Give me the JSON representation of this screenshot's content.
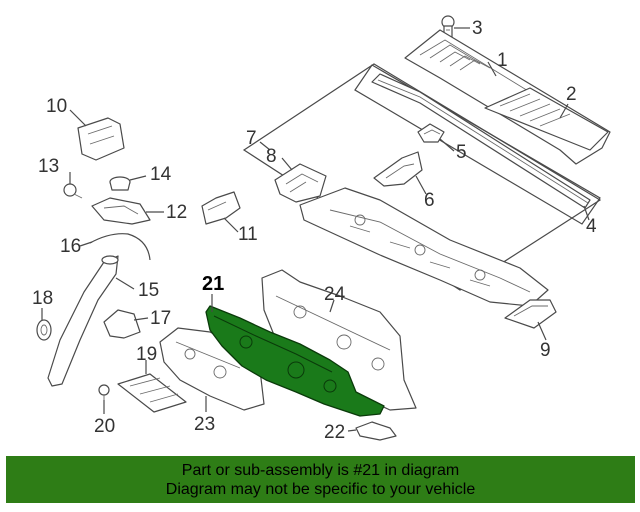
{
  "diagram": {
    "callouts": [
      {
        "label": "1"
      },
      {
        "label": "2"
      },
      {
        "label": "3"
      },
      {
        "label": "4"
      },
      {
        "label": "5"
      },
      {
        "label": "6"
      },
      {
        "label": "7"
      },
      {
        "label": "8"
      },
      {
        "label": "9"
      },
      {
        "label": "10"
      },
      {
        "label": "11"
      },
      {
        "label": "12"
      },
      {
        "label": "13"
      },
      {
        "label": "14"
      },
      {
        "label": "15"
      },
      {
        "label": "16"
      },
      {
        "label": "17"
      },
      {
        "label": "18"
      },
      {
        "label": "19"
      },
      {
        "label": "20"
      },
      {
        "label": "21"
      },
      {
        "label": "22"
      },
      {
        "label": "23"
      },
      {
        "label": "24"
      }
    ],
    "highlight_color": "#1a7a1a"
  },
  "banner": {
    "line1": "Part or sub-assembly is #21 in diagram",
    "line2": "Diagram may not be specific to your vehicle",
    "background": "#2e7d16"
  }
}
